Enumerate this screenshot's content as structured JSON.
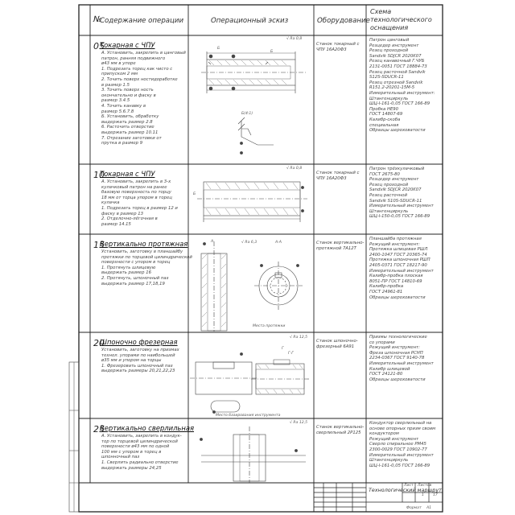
{
  "header": {
    "col_num": "№",
    "col_content": "Содержание операции",
    "col_sketch": "Операционный эскиз",
    "col_equipment": "Оборудование",
    "col_tooling": "Схема технологического оснащения"
  },
  "operations": [
    {
      "number": "05",
      "title": "Токарная с ЧПУ",
      "steps": [
        "А. Установить, закрепить в цанговый",
        "патрон, ранняя подвижного",
        "ø43 мм в упоре",
        "1. Подрезать торец как чисто с",
        "припуском 2 мм",
        "2. Точить поверх ностидоработке",
        "в размер 1.5",
        "3. Точить поверх ность",
        "окончательно и фаску в",
        "размер 3.4.5",
        "4. Точить канавку в",
        "размер 5.6.7.8",
        "Б. Установить, обработку",
        "выдержать размер 2.8",
        "6. Расточить отверстие",
        "выдержать размер 10.11",
        "7. Отрезание заготовки от",
        "прутка в размер 9"
      ],
      "equipment": "Станок токарный с ЧПУ 16А20Ф3",
      "tooling": [
        "Патрон цанговый",
        "Резцедер инструмент",
        "Резец проходной",
        "Sandvik SDJCR 2020K07",
        "Резец канавочный Г.ЧУБ",
        "2131-0051 ГОСТ 18884-73",
        "Резец расточной Sandvik",
        "S12S-SDUCR-11",
        "Резец отрезной Sandvik",
        "R151.2-20201-15M-5",
        "Измерительный инструмент:",
        "Штангенциркуль",
        "ШЦ-I-161-0,05 ГОСТ 166-89",
        "Пробка НЕ90",
        "ГОСТ 14807-69",
        "Калибр-скоба",
        "специальная",
        "Образцы шероховатости"
      ],
      "sketch_labels": [
        "Б",
        "Б",
        "Б(4:1)",
        "√ Ra 0,8"
      ]
    },
    {
      "number": "10",
      "title": "Токарная с ЧПУ",
      "steps": [
        "А. Установить, закрепить в 3-х",
        "кулачковый патрон на ранее",
        "базовую поверхность по торцу",
        "18 мм от торца упором в торец",
        "кулачка",
        "1. Подрезать торец в размер 12 и",
        "фаску в размер 13",
        "2. Отделочно-лёгочная в",
        "размер 14.15"
      ],
      "equipment": "Станок токарный с ЧПУ 16А20Ф3",
      "tooling": [
        "Патрон трёхкулачковый",
        "ГОСТ 2675-80",
        "Резцедер инструмент",
        "Резец проходной",
        "Sandvik SDJCR 2020K07",
        "Резец расточной",
        "Sandvik S10S-SDUCR-11",
        "Измерительный инструмент",
        "Штангенциркуль",
        "ШЦ-I-150-0,05 ГОСТ 166-89"
      ],
      "sketch_labels": [
        "√ Ra 0,8",
        "Б"
      ]
    },
    {
      "number": "15",
      "title": "Вертикально протяжная",
      "steps": [
        "Установить, заготовку в планшайбу",
        "протяжки по торцевой цилиндрической",
        "поверхности с упором в торец",
        "1. Протянуть шлицевую",
        "выдержать размер 16",
        "2. Протянуть, шпоночный паз",
        "выдержать размер 17,18,19"
      ],
      "equipment": "Станок вертикально-протяжной 7А12Т",
      "tooling": [
        "Планшайба протяжная",
        "Режущий инструмент:",
        "Протяжка шлицевая РШЛ",
        "2400-1047 ГОСТ 20365-74",
        "Протяжка шпоночная РШП",
        "2405-0371 ГОСТ 18217-90",
        "Измерительный инструмент",
        "Калибр-пробка плоская",
        "8051-ПР ГОСТ 14810-69",
        "Калибр-пробка",
        "ГОСТ 24961-81",
        "Образцы шероховатости"
      ],
      "sketch_labels": [
        "А",
        "А-А",
        "√ Ra 6,3",
        "Места протяжки"
      ]
    },
    {
      "number": "20",
      "title": "Шпоночно фрезерная",
      "steps": [
        "Установить, заготовку на призмах",
        "технол. упорами по наибольшей",
        "ø35 мм и упором на торцы",
        "1. Фрезеровать шпоночный паз",
        "выдержать размеры 20,21,22,23"
      ],
      "equipment": "Станок шпоночно-фрезерный 6А91",
      "tooling": [
        "Призмы технологические",
        "со упорами",
        "Режущий инструмент:",
        "Фреза шпоночная РСНП",
        "2234-0367 ГОСТ 9140-78",
        "Измерительный инструмент",
        "Калибр шлицевой",
        "ГОСТ 24121-80",
        "Образцы шероховатости"
      ],
      "sketch_labels": [
        "Г",
        "Г-Г",
        "√ Ra 12,5",
        "Место базирования инструмента"
      ]
    },
    {
      "number": "25",
      "title": "Вертикально сверлильная",
      "steps": [
        "А. Установить, закрепить в кондук-",
        "тор по торцевой цилиндрической",
        "поверхности ø43 мм по одной",
        "100 мм с упором в торец в",
        "шпонночный паз",
        "1. Сверлить радиально отверстие",
        "выдержать размеры 24,25"
      ],
      "equipment": "Станок вертикально-сверлильный 2Р125",
      "tooling": [
        "Кондуктор сверлильный на",
        "основе опорных призм своим",
        "кондуктором",
        "Режущий инструмент",
        "Сверло спиральное РМ45",
        "2300-0029 ГОСТ 10902-77",
        "Измерительный инструмент",
        "Штангенциркуль",
        "ШЦ-I-161-0,05 ГОСТ 166-89"
      ],
      "sketch_labels": [
        "√ Ra 12,5"
      ]
    }
  ],
  "title_block": {
    "doc_title": "Технологический маршрут",
    "sheet_label": "Лист",
    "sheets_label": "Листов",
    "sheet_num": "1",
    "sheets_num": "17",
    "format_label": "Формат",
    "format_value": "A1"
  }
}
